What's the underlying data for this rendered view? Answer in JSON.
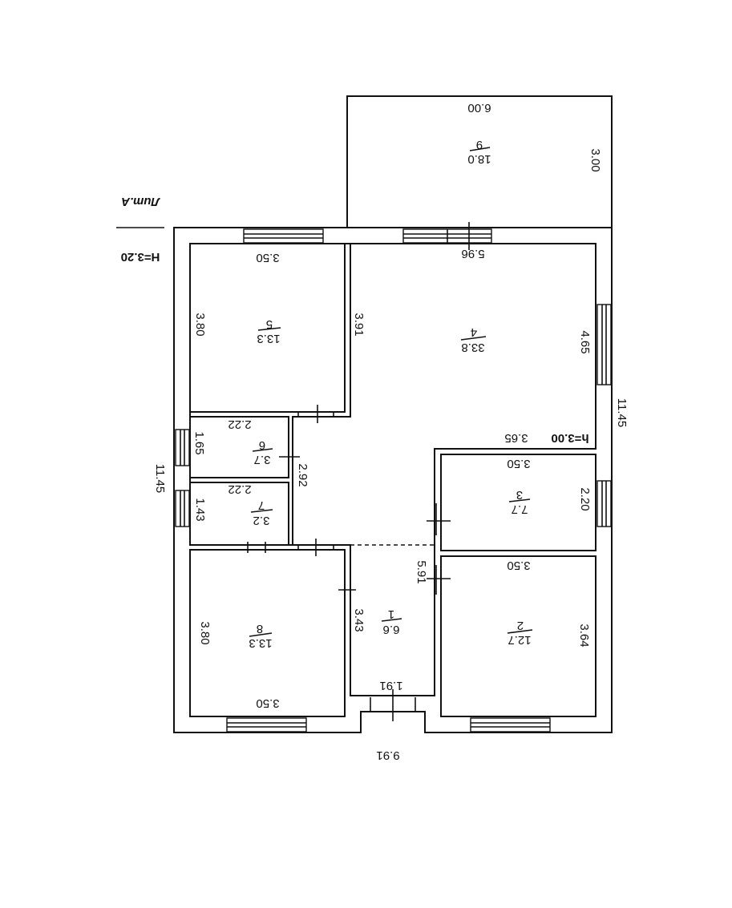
{
  "header": {
    "sheet_label": "Лит.А",
    "height_label": "H=3.20"
  },
  "overall": {
    "width": "9.91",
    "depth_right": "11.45",
    "depth_left": "11.45"
  },
  "porch": {
    "number": "9",
    "area": "18.0",
    "width": "6.00",
    "depth": "3.00"
  },
  "rooms": [
    {
      "number": "5",
      "area": "13.3",
      "width": "3.50",
      "depth": "3.80"
    },
    {
      "number": "4",
      "area": "33.8",
      "width": "5.96",
      "depth": "4.65",
      "side": "3.91",
      "lower_width": "3.65",
      "height_note": "h=3.00"
    },
    {
      "number": "6",
      "area": "3.7",
      "width": "2.22",
      "depth": "1.65"
    },
    {
      "number": "7",
      "area": "3.2",
      "width": "2.22",
      "depth": "1.43"
    },
    {
      "number": "3",
      "area": "7.7",
      "width": "3.50",
      "depth": "2.20"
    },
    {
      "number": "8",
      "area": "13.3",
      "width": "3.50",
      "depth": "3.80"
    },
    {
      "number": "1",
      "area": "6.6",
      "width": "1.91",
      "depth": "3.43"
    },
    {
      "number": "2",
      "area": "12.7",
      "width": "3.50",
      "depth": "3.64"
    }
  ],
  "corridor": {
    "depth": "2.92",
    "opening": "5.91"
  }
}
